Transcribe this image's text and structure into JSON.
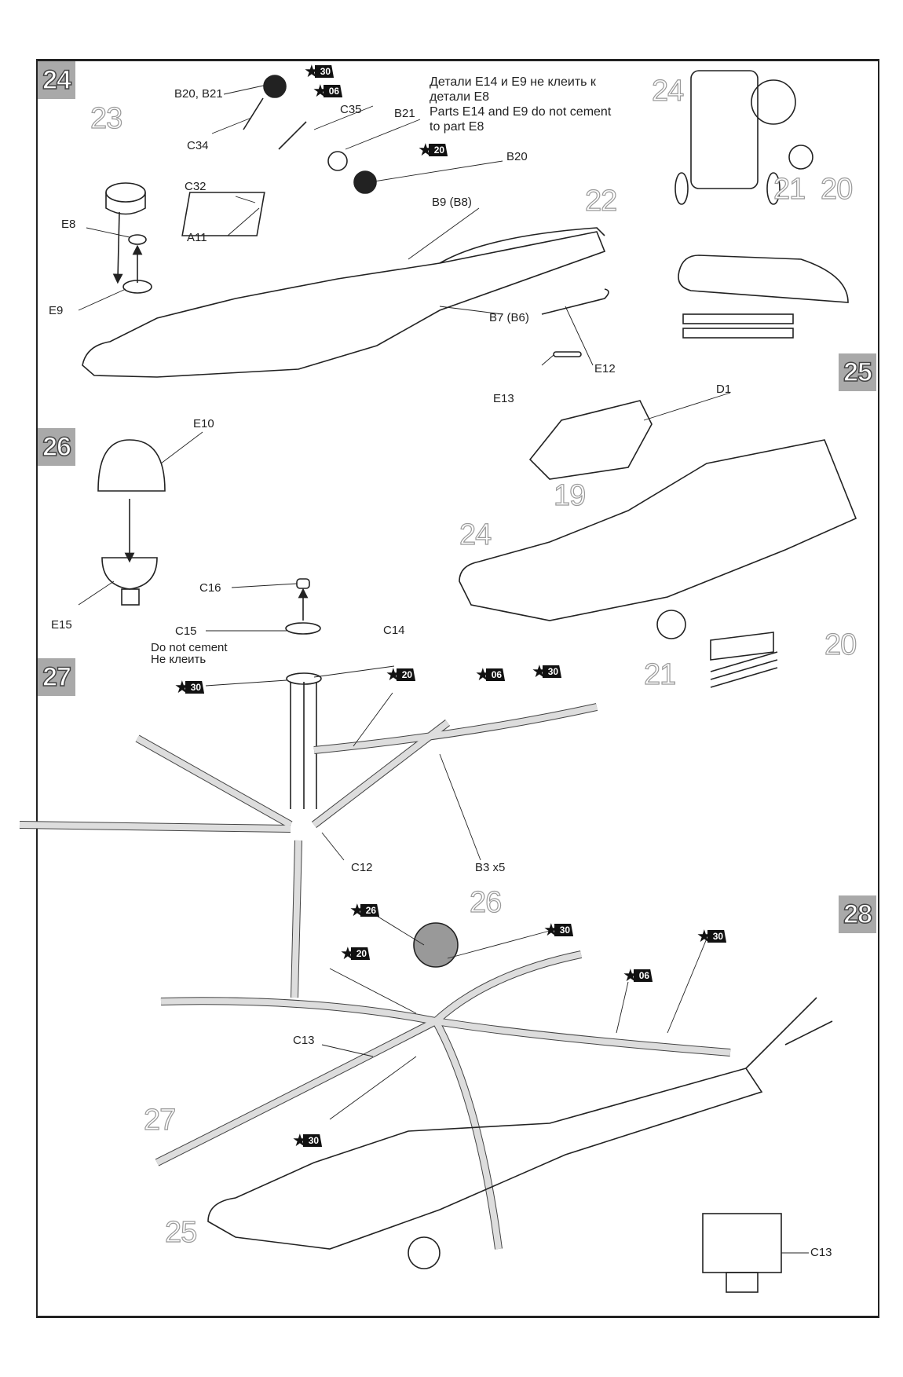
{
  "sheet": {
    "steps": [
      {
        "number": "24"
      },
      {
        "number": "25"
      },
      {
        "number": "26"
      },
      {
        "number": "27"
      },
      {
        "number": "28"
      }
    ],
    "reference_steps": [
      "23",
      "22",
      "24",
      "21",
      "20",
      "19",
      "24",
      "21",
      "20",
      "26",
      "27",
      "25"
    ],
    "notes": {
      "step24_ru_line1": "Детали E14 и E9 не клеить к",
      "step24_ru_line2": "детали E8",
      "step24_en_line1": "Parts E14 and E9 do not cement",
      "step24_en_line2": "to part E8",
      "step27_en": "Do not cement",
      "step27_ru": "Не клеить"
    },
    "part_labels": {
      "b20_b21": "B20, B21",
      "c34": "C34",
      "c35": "C35",
      "b21": "B21",
      "b20": "B20",
      "c32": "C32",
      "a11": "A11",
      "e8": "E8",
      "e9": "E9",
      "b9_b8": "B9 (B8)",
      "b7_b6": "B7 (B6)",
      "e12": "E12",
      "e13": "E13",
      "d1": "D1",
      "e10": "E10",
      "e15": "E15",
      "c16": "C16",
      "c15": "C15",
      "c14": "C14",
      "c12": "C12",
      "b3x5": "B3 x5",
      "c13": "C13",
      "c13_detail": "C13"
    },
    "paint_callouts": [
      "30",
      "06",
      "20",
      "30",
      "20",
      "06",
      "30",
      "26",
      "30",
      "20",
      "30",
      "06",
      "30"
    ]
  }
}
